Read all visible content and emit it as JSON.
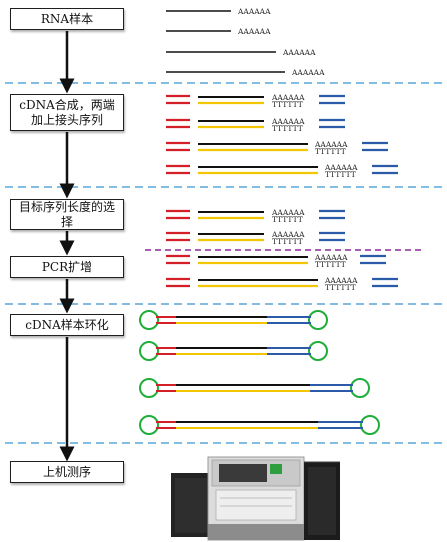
{
  "stages": [
    {
      "id": "rna",
      "label": "RNA样本"
    },
    {
      "id": "cdna",
      "label": "cDNA合成，两端加上接头序列"
    },
    {
      "id": "select",
      "label": "目标序列长度的选择"
    },
    {
      "id": "pcr",
      "label": "PCR扩增"
    },
    {
      "id": "circ",
      "label": "cDNA样本环化"
    },
    {
      "id": "seq",
      "label": "上机测序"
    }
  ],
  "polyA_text": "AAAAAA",
  "polyT_text": "TTTTTT",
  "colors": {
    "adapter5": "#d41f26",
    "cdna_top": "#111111",
    "cdna_bottom": "#f2c600",
    "adapter3": "#2a5aa8",
    "circle": "#1fae3a",
    "divider": "#5aa6d8",
    "selection_line": "#8b2a9a"
  },
  "icons": {
    "sequencer": "sequencer-machine-icon"
  }
}
